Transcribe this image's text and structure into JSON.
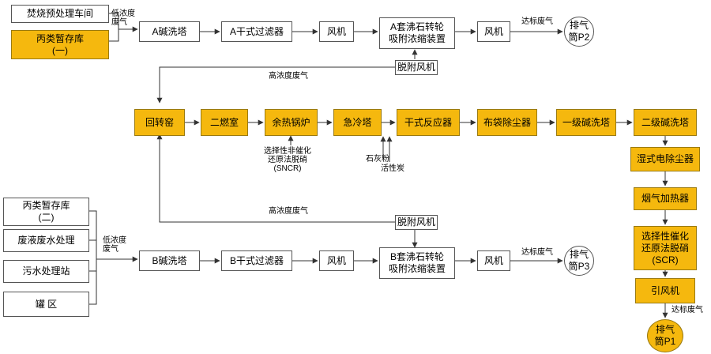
{
  "nodes": {
    "pre": "焚烧预处理车间",
    "c1": "丙类暂存库\n(一)",
    "c2": "丙类暂存库\n(二)",
    "waste_liquid": "废液废水处理",
    "sewage": "污水处理站",
    "tank": "罐  区",
    "a_wash": "A碱洗塔",
    "a_dry": "A干式过滤器",
    "a_fan": "风机",
    "a_zeolite": "A套沸石转轮\n吸附浓缩装置",
    "a_fan2": "风机",
    "p2": "排气\n筒P2",
    "a_desorb": "脱附风机",
    "kiln": "回转窑",
    "second": "二燃室",
    "boiler": "余热锅炉",
    "quench": "急冷塔",
    "dry_reactor": "干式反应器",
    "bag": "布袋除尘器",
    "wash1": "一级碱洗塔",
    "wash2": "二级碱洗塔",
    "wesp": "湿式电除尘器",
    "heater": "烟气加热器",
    "scr": "选择性催化\n还原法脱硝\n(SCR)",
    "fan": "引风机",
    "p1": "排气\n筒P1",
    "b_wash": "B碱洗塔",
    "b_dry": "B干式过滤器",
    "b_fan": "风机",
    "b_zeolite": "B套沸石转轮\n吸附浓缩装置",
    "b_fan2": "风机",
    "p3": "排气\n筒P3",
    "b_desorb": "脱附风机"
  },
  "labels": {
    "low_a": "低浓度\n废气",
    "low_b": "低浓度\n废气",
    "std_a": "达标废气",
    "std_b": "达标废气",
    "std_p1": "达标废气",
    "high_a": "高浓度废气",
    "high_b": "高浓度废气",
    "sncr": "选择性非催化\n还原法脱硝\n(SNCR)",
    "lime": "石灰粉",
    "carbon": "活性炭"
  },
  "colors": {
    "highlight": "#f5b80e",
    "line": "#333333"
  }
}
